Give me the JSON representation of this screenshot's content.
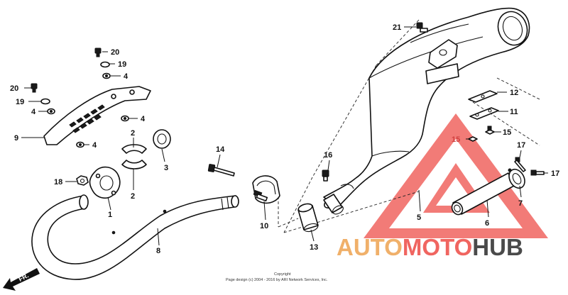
{
  "callouts": {
    "c21": "21",
    "c20a": "20",
    "c19a": "19",
    "c4a": "4",
    "c20b": "20",
    "c19b": "19",
    "c4b": "4",
    "c4c": "4",
    "c4d": "4",
    "c9": "9",
    "c2a": "2",
    "c2b": "2",
    "c3": "3",
    "c14": "14",
    "c18": "18",
    "c1": "1",
    "c8": "8",
    "c10": "10",
    "c13": "13",
    "c16": "16",
    "c12": "12",
    "c11": "11",
    "c15a": "15",
    "c15b": "15",
    "c17a": "17",
    "c17b": "17",
    "c7": "7",
    "c5": "5",
    "c6": "6"
  },
  "direction": {
    "label": "FR."
  },
  "copyright": {
    "line1": "Copyright",
    "line2": "Page design (c) 2004 - 2016 by ARI Network Services, Inc."
  },
  "watermark": {
    "part1": "AUTO",
    "part2": "MOTO",
    "part3": "HUB",
    "colors": {
      "auto": "#f0b06a",
      "moto": "#f06560",
      "hub": "#4a4a4a",
      "triangle": "#f06560"
    }
  }
}
